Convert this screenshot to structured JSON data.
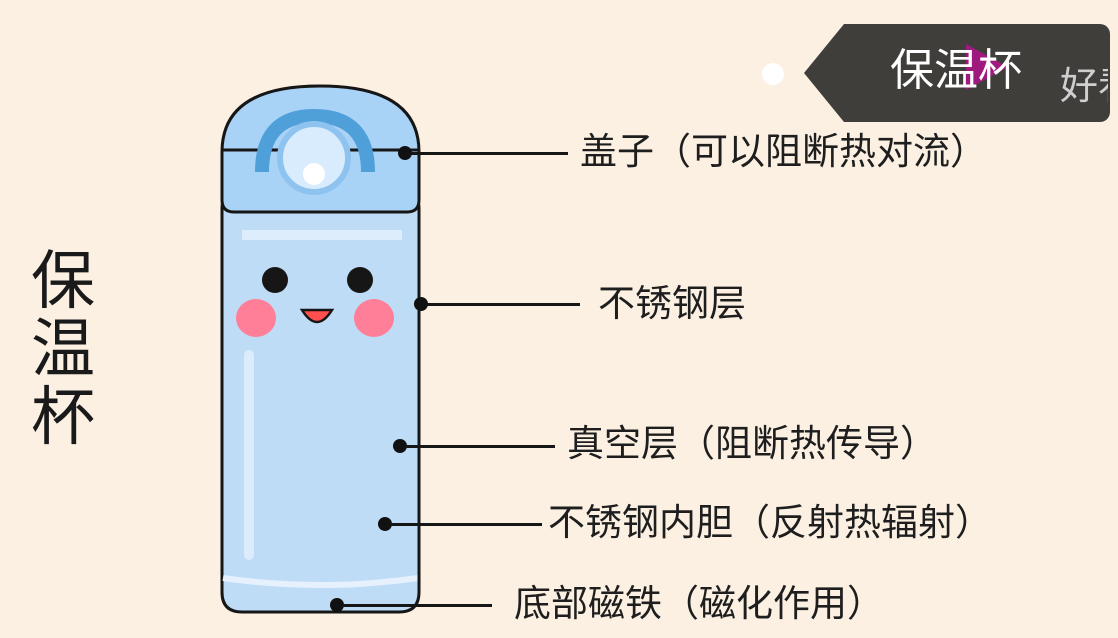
{
  "side_title": "保温杯",
  "labels": {
    "lid": "盖子（可以阻断热对流）",
    "steel_layer": "不锈钢层",
    "vacuum_layer": "真空层（阻断热传导）",
    "inner_liner": "不锈钢内胆（反射热辐射）",
    "bottom_magnet": "底部磁铁（磁化作用）"
  },
  "toast": {
    "text": "保温杯"
  },
  "watermark": "好看",
  "colors": {
    "background": "#fbf0e2",
    "bottle_body": "#bfdcf7",
    "bottle_lid": "#a9d2f7",
    "lid_handle": "#4f9fd9",
    "cheeks": "#ff7f98",
    "mouth": "#ff4f4f",
    "leader_lines": "#161616"
  },
  "icons": {
    "toast_play": "play-icon"
  }
}
